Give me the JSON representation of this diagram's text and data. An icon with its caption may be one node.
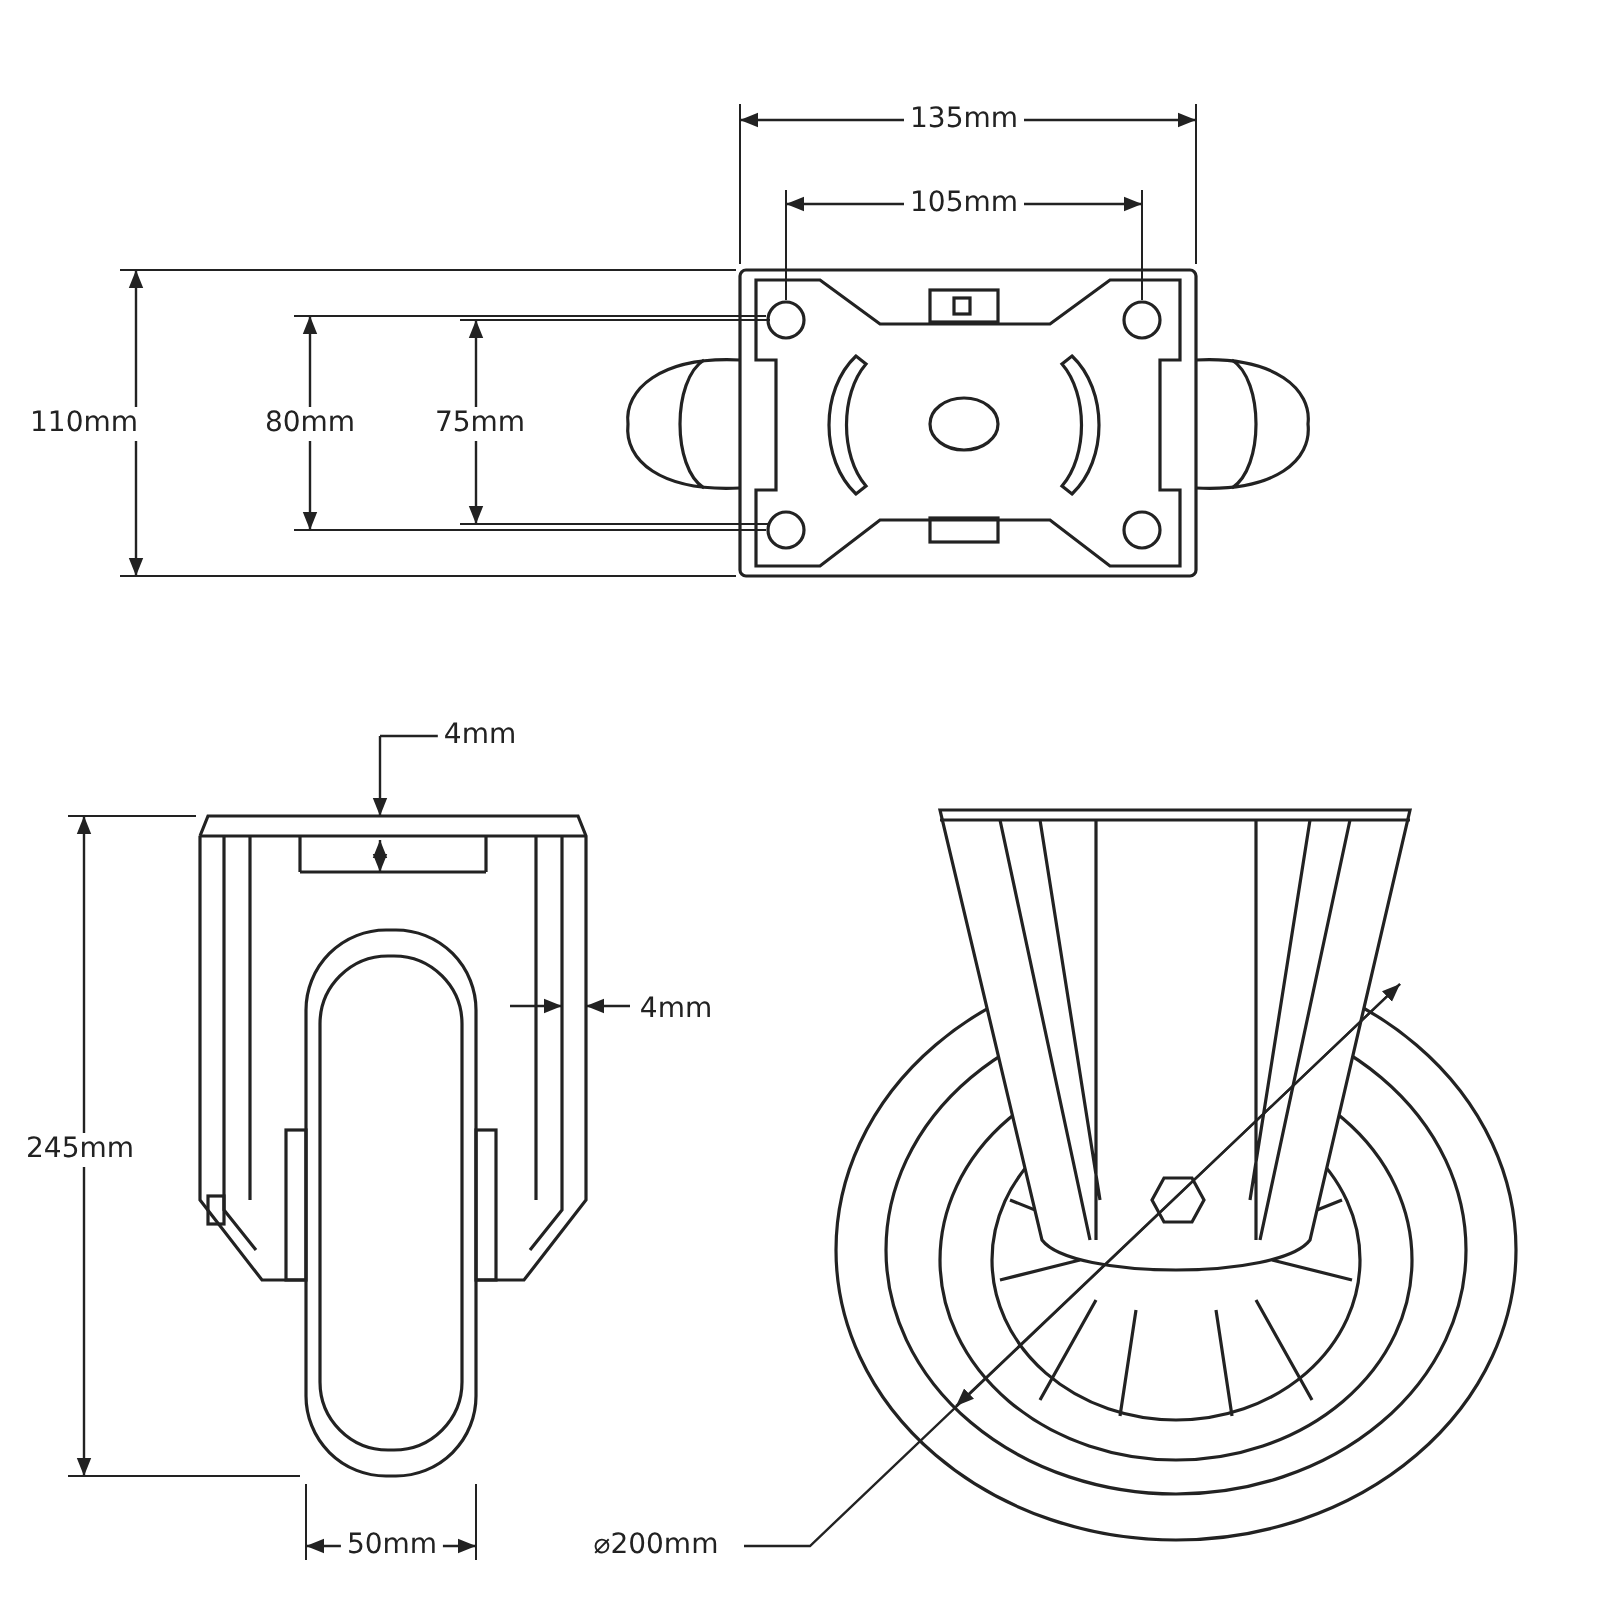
{
  "diagram": {
    "labels": [
      "135mm",
      "105mm",
      "110mm",
      "80mm",
      "75mm",
      "4mm",
      "4mm",
      "245mm",
      "50mm",
      "⌀200mm"
    ]
  }
}
